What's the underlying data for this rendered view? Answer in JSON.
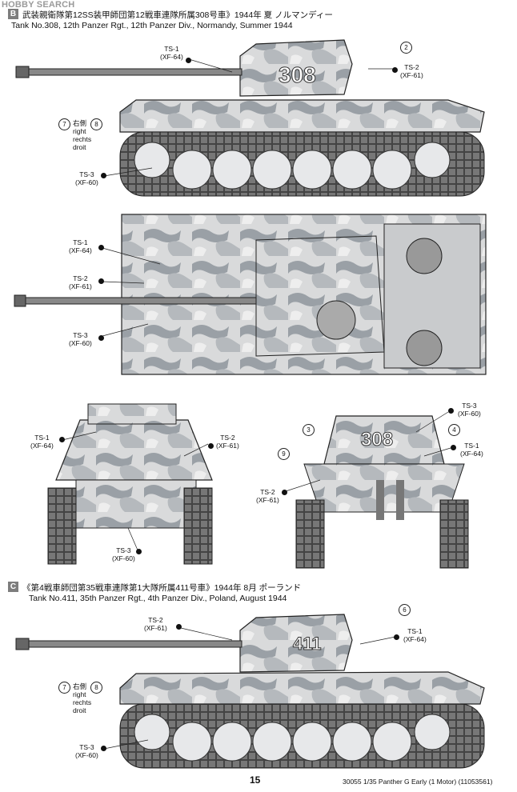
{
  "watermark": "HOBBY SEARCH",
  "section_b": {
    "badge": "B",
    "title_jp": "武装親衛隊第12SS装甲師団第12戦車連隊所属308号車》1944年 夏 ノルマンディー",
    "title_en": "Tank No.308, 12th Panzer Rgt., 12th Panzer Div., Normandy, Summer 1944",
    "turret_number": "308"
  },
  "section_c": {
    "badge": "C",
    "title_jp": "《第4戦車師団第35戦車連隊第1大隊所属411号車》1944年 8月 ポーランド",
    "title_en": "Tank No.411, 35th Panzer Rgt., 4th Panzer Div., Poland, August 1944",
    "turret_number": "411"
  },
  "colors": {
    "TS-1": "XF-64",
    "TS-2": "XF-61",
    "TS-3": "XF-60"
  },
  "labels": {
    "ts1": "TS-1",
    "ts2": "TS-2",
    "ts3": "TS-3",
    "xf64": "(XF-64)",
    "xf61": "(XF-61)",
    "xf60": "(XF-60)",
    "side_jp": "右側",
    "side_en": "right",
    "side_de": "rechts",
    "side_fr": "droit"
  },
  "callouts": [
    "2",
    "3",
    "4",
    "6",
    "7",
    "8",
    "9"
  ],
  "footer": {
    "page": "15",
    "product": "30055 1/35 Panther G Early (1 Motor) (11053561)"
  }
}
